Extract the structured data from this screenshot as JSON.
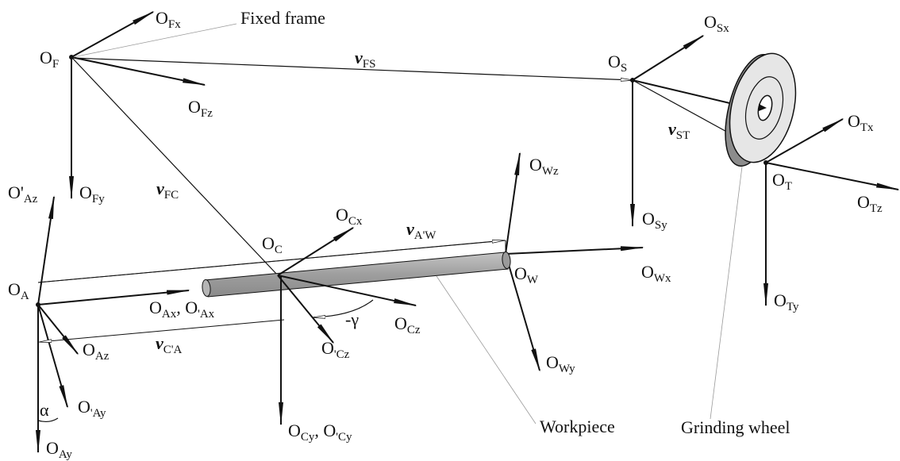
{
  "labels": {
    "fixed_frame": "Fixed frame",
    "workpiece": "Workpiece",
    "grinding_wheel": "Grinding wheel",
    "alpha": "α",
    "minus_gamma": "-γ",
    "O": "O",
    "v": "v",
    "F": "F",
    "Fx": "Fx",
    "Fy": "Fy",
    "Fz": "Fz",
    "S": "S",
    "Sx": "Sx",
    "Sy": "Sy",
    "T": "T",
    "Tx": "Tx",
    "Ty": "Ty",
    "Tz": "Tz",
    "W": "W",
    "Wx": "Wx",
    "Wy": "Wy",
    "Wz": "Wz",
    "C": "C",
    "Cx": "Cx",
    "Cz": "Cz",
    "Ccz": "'Cz",
    "Cy": "Cy",
    "comma_O": ", O",
    "Ccy": "'Cy",
    "A": "A",
    "Ax": "Ax",
    "Cax": "'Ax",
    "Az": "Az",
    "Caz": "'Az",
    "Ay": "Ay",
    "Cay": "'Ay",
    "O_prime": "O'",
    "FS": "FS",
    "FC": "FC",
    "ST": "ST",
    "AW": "A'W",
    "CA": "C'A"
  },
  "colors": {
    "ink": "#111111",
    "workpiece_fill": "#a6a6a6",
    "wheel_rim": "#8c8c8c",
    "wheel_face": "#e6e6e6"
  }
}
